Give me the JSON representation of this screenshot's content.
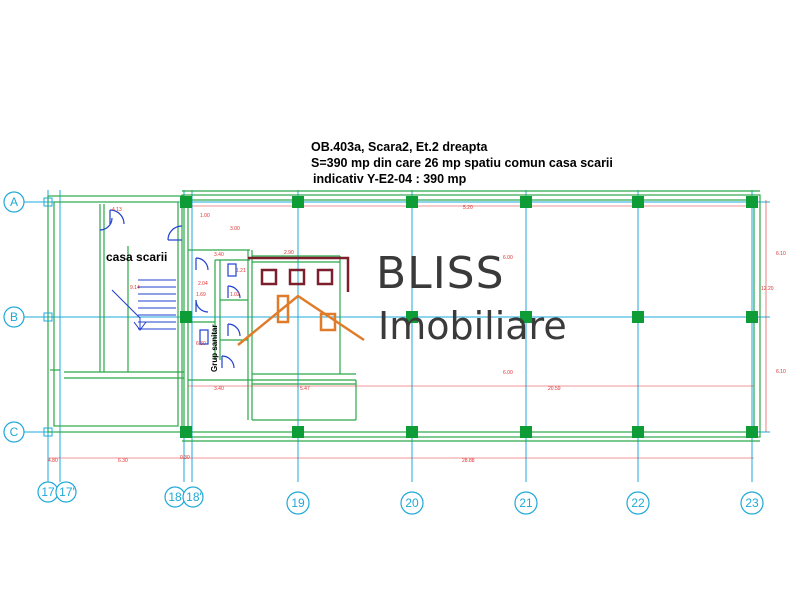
{
  "header": {
    "line1": "OB.403a, Scara2, Et.2 dreapta",
    "line2": "S=390 mp din care 26 mp spatiu comun casa scarii",
    "line3": "indicativ Y-E2-04 : 390 mp"
  },
  "rooms": {
    "stairs": "casa scarii",
    "sanitary": "Grup sanitar"
  },
  "logo": {
    "brand": "BLISS",
    "sub": "Imobiliare",
    "roof_color": "#e07b2a",
    "window_color": "#7a1f2b"
  },
  "grid_rows": [
    "A",
    "B",
    "C"
  ],
  "grid_cols": [
    "17",
    "17'",
    "18",
    "18'",
    "19",
    "20",
    "21",
    "22",
    "23"
  ],
  "dimensions": {
    "d_4_13": "4.13",
    "d_1_00": "1.00",
    "d_3_00": "3.00",
    "d_5_20": "5.20",
    "d_6_00": "6.00",
    "d_6_10_top": "6.10",
    "d_12_20": "12.20",
    "d_6_10_bot": "6.10",
    "d_3_40_top": "3.40",
    "d_2_90": "2.90",
    "d_1_21": "1.21",
    "d_2_04": "2.04",
    "d_1_02": "1.02",
    "d_1_69": "1.69",
    "d_9_14": "9.14",
    "d_6_30_left": "6.30",
    "d_3_40_bot": "3.40",
    "d_5_47": "5.47",
    "d_6_00_mid": "6.00",
    "d_20_59": "20.59",
    "d_4_80": "4.80",
    "d_6_30_bottom": "6.30",
    "d_0_30": "0.30",
    "d_28_88": "28.88"
  },
  "colors": {
    "wall": "#2aa84a",
    "column": "#0e9c36",
    "axis": "#1ea9d8",
    "door": "#1f3fd0",
    "dim": "#e03030"
  }
}
